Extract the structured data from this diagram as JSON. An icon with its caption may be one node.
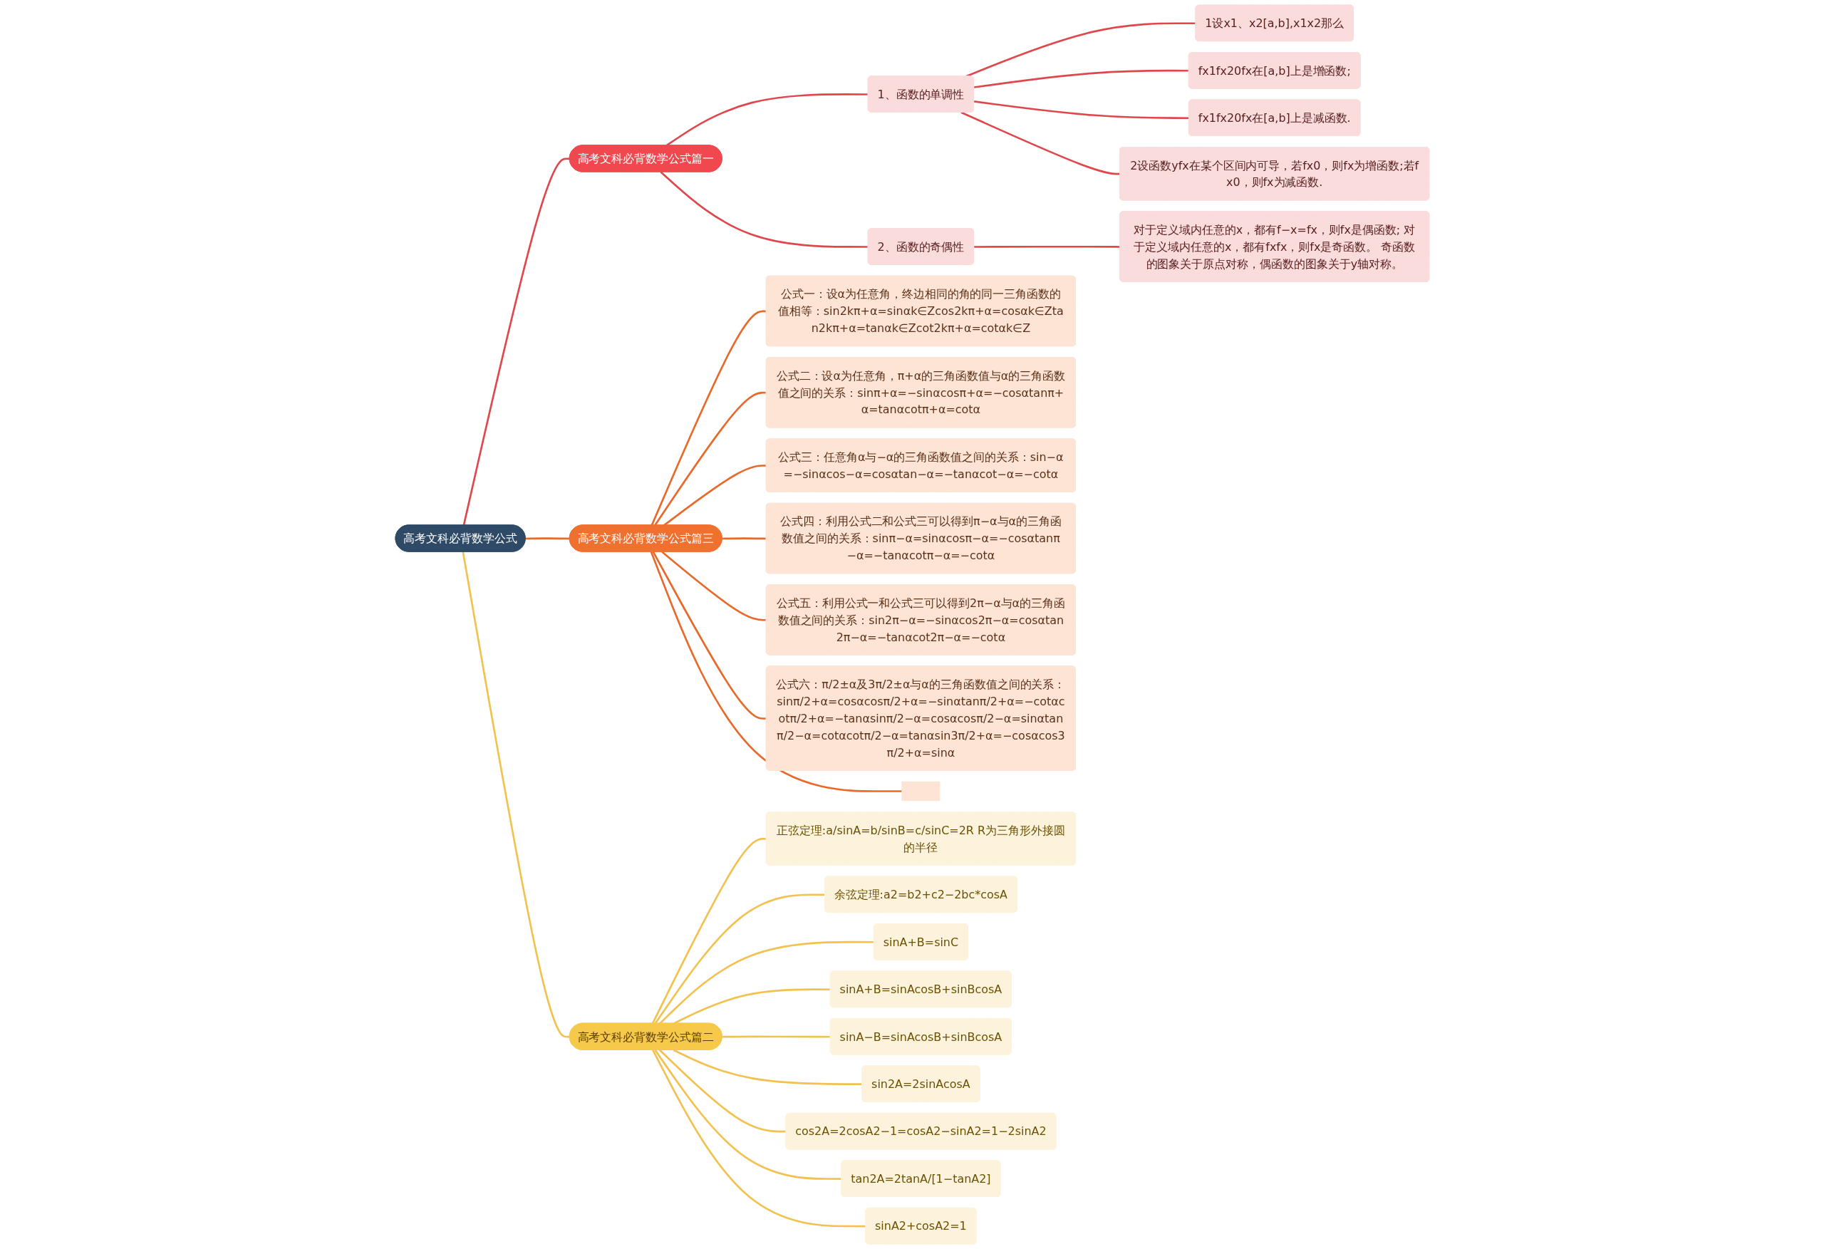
{
  "diagram": {
    "nodes": [
      {
        "text": [
          "高考文科必背数学公式"
        ]
      },
      {
        "text": [
          "高考文科必背数学公式篇一"
        ]
      },
      {
        "text": [
          "1、函数的单调性"
        ]
      },
      {
        "text": [
          "1设x1、x2[a,b],x1x2那么"
        ]
      },
      {
        "text": [
          "fx1fx20fx在[a,b]上是增函数;"
        ]
      },
      {
        "text": [
          "fx1fx20fx在[a,b]上是减函数."
        ]
      },
      {
        "text": [
          "2设函数yfx在某个区间内可导，若fx0，则fx为增函数;若fx0，则fx为减函数."
        ]
      },
      {
        "text": [
          "2、函数的奇偶性"
        ]
      },
      {
        "text": [
          "对于定义域内任意的x，都有f−x=fx，则fx是偶函数; 对于定义域内任意的x，都有fxfx，则fx是奇函数。 奇函数的图象关于原点对称，偶函数的图象关于y轴对称。"
        ]
      },
      {
        "text": [
          "高考文科必背数学公式篇三"
        ]
      },
      {
        "text": [
          "公式一：设α为任意角，终边相同的角的同一三角函数的值相等：sin2kπ+α=sinαk∈Zcos2kπ+α=cosαk∈Ztan2kπ+α=tanαk∈Zcot2kπ+α=cotαk∈Z"
        ]
      },
      {
        "text": [
          "公式二：设α为任意角，π+α的三角函数值与α的三角函数值之间的关系：sinπ+α=−sinαcosπ+α=−cosαtanπ+α=tanαcotπ+α=cotα"
        ]
      },
      {
        "text": [
          "公式三：任意角α与−α的三角函数值之间的关系：sin−α=−sinαcos−α=cosαtan−α=−tanαcot−α=−cotα"
        ]
      },
      {
        "text": [
          "公式四：利用公式二和公式三可以得到π−α与α的三角函数值之间的关系：sinπ−α=sinαcosπ−α=−cosαtanπ−α=−tanαcotπ−α=−cotα"
        ]
      },
      {
        "text": [
          "公式五：利用公式一和公式三可以得到2π−α与α的三角函数值之间的关系：sin2π−α=−sinαcos2π−α=cosαtan2π−α=−tanαcot2π−α=−cotα"
        ]
      },
      {
        "text": [
          "公式六：π/2±α及3π/2±α与α的三角函数值之间的关系：sinπ/2+α=cosαcosπ/2+α=−sinαtanπ/2+α=−cotαcotπ/2+α=−tanαsinπ/2−α=cosαcosπ/2−α=sinαtanπ/2−α=cotαcotπ/2−α=tanαsin3π/2+α=−cosαcos3π/2+α=sinα"
        ]
      },
      {
        "text": [],
        "shape": "box"
      },
      {
        "text": [
          "高考文科必背数学公式篇二"
        ]
      },
      {
        "text": [
          "正弦定理:a/sinA=b/sinB=c/sinC=2R R为三角形外接圆的半径"
        ]
      },
      {
        "text": [
          "余弦定理:a2=b2+c2−2bc*cosA"
        ]
      },
      {
        "text": [
          "sinA+B=sinC"
        ]
      },
      {
        "text": [
          "sinA+B=sinAcosB+sinBcosA"
        ]
      },
      {
        "text": [
          "sinA−B=sinAcosB+sinBcosA"
        ]
      },
      {
        "text": [
          "sin2A=2sinAcosA"
        ]
      },
      {
        "text": [
          "cos2A=2cosA2−1=cosA2−sinA2=1−2sinA2"
        ]
      },
      {
        "text": [
          "tan2A=2tanA/[1−tanA2]"
        ]
      },
      {
        "text": [
          "sinA2+cosA2=1"
        ]
      }
    ],
    "edges": [
      {
        "from": 0,
        "to": 1,
        "arrow": "none",
        "color": "#e0474c"
      },
      {
        "from": 1,
        "to": 2,
        "arrow": "none",
        "color": "#e0474c"
      },
      {
        "from": 2,
        "to": 3,
        "arrow": "none",
        "color": "#e0474c"
      },
      {
        "from": 2,
        "to": 4,
        "arrow": "none",
        "color": "#e0474c"
      },
      {
        "from": 2,
        "to": 5,
        "arrow": "none",
        "color": "#e0474c"
      },
      {
        "from": 2,
        "to": 6,
        "arrow": "none",
        "color": "#e0474c"
      },
      {
        "from": 1,
        "to": 7,
        "arrow": "none",
        "color": "#e0474c"
      },
      {
        "from": 7,
        "to": 8,
        "arrow": "none",
        "color": "#e0474c"
      },
      {
        "from": 0,
        "to": 9,
        "arrow": "none",
        "color": "#e8692a"
      },
      {
        "from": 9,
        "to": 10,
        "arrow": "none",
        "color": "#e8692a"
      },
      {
        "from": 9,
        "to": 11,
        "arrow": "none",
        "color": "#e8692a"
      },
      {
        "from": 9,
        "to": 12,
        "arrow": "none",
        "color": "#e8692a"
      },
      {
        "from": 9,
        "to": 13,
        "arrow": "none",
        "color": "#e8692a"
      },
      {
        "from": 9,
        "to": 14,
        "arrow": "none",
        "color": "#e8692a"
      },
      {
        "from": 9,
        "to": 15,
        "arrow": "none",
        "color": "#e8692a"
      },
      {
        "from": 9,
        "to": 16,
        "arrow": "none",
        "color": "#e8692a"
      },
      {
        "from": 0,
        "to": 17,
        "arrow": "none"
      },
      {
        "from": 17,
        "to": 18,
        "arrow": "none"
      },
      {
        "from": 17,
        "to": 19,
        "arrow": "none"
      },
      {
        "from": 17,
        "to": 20,
        "arrow": "none"
      },
      {
        "from": 17,
        "to": 21,
        "arrow": "none"
      },
      {
        "from": 17,
        "to": 22,
        "arrow": "none"
      },
      {
        "from": 17,
        "to": 23,
        "arrow": "none"
      },
      {
        "from": 17,
        "to": 24,
        "arrow": "none"
      },
      {
        "from": 17,
        "to": 25,
        "arrow": "none"
      },
      {
        "from": 17,
        "to": 26,
        "arrow": "none"
      }
    ]
  }
}
